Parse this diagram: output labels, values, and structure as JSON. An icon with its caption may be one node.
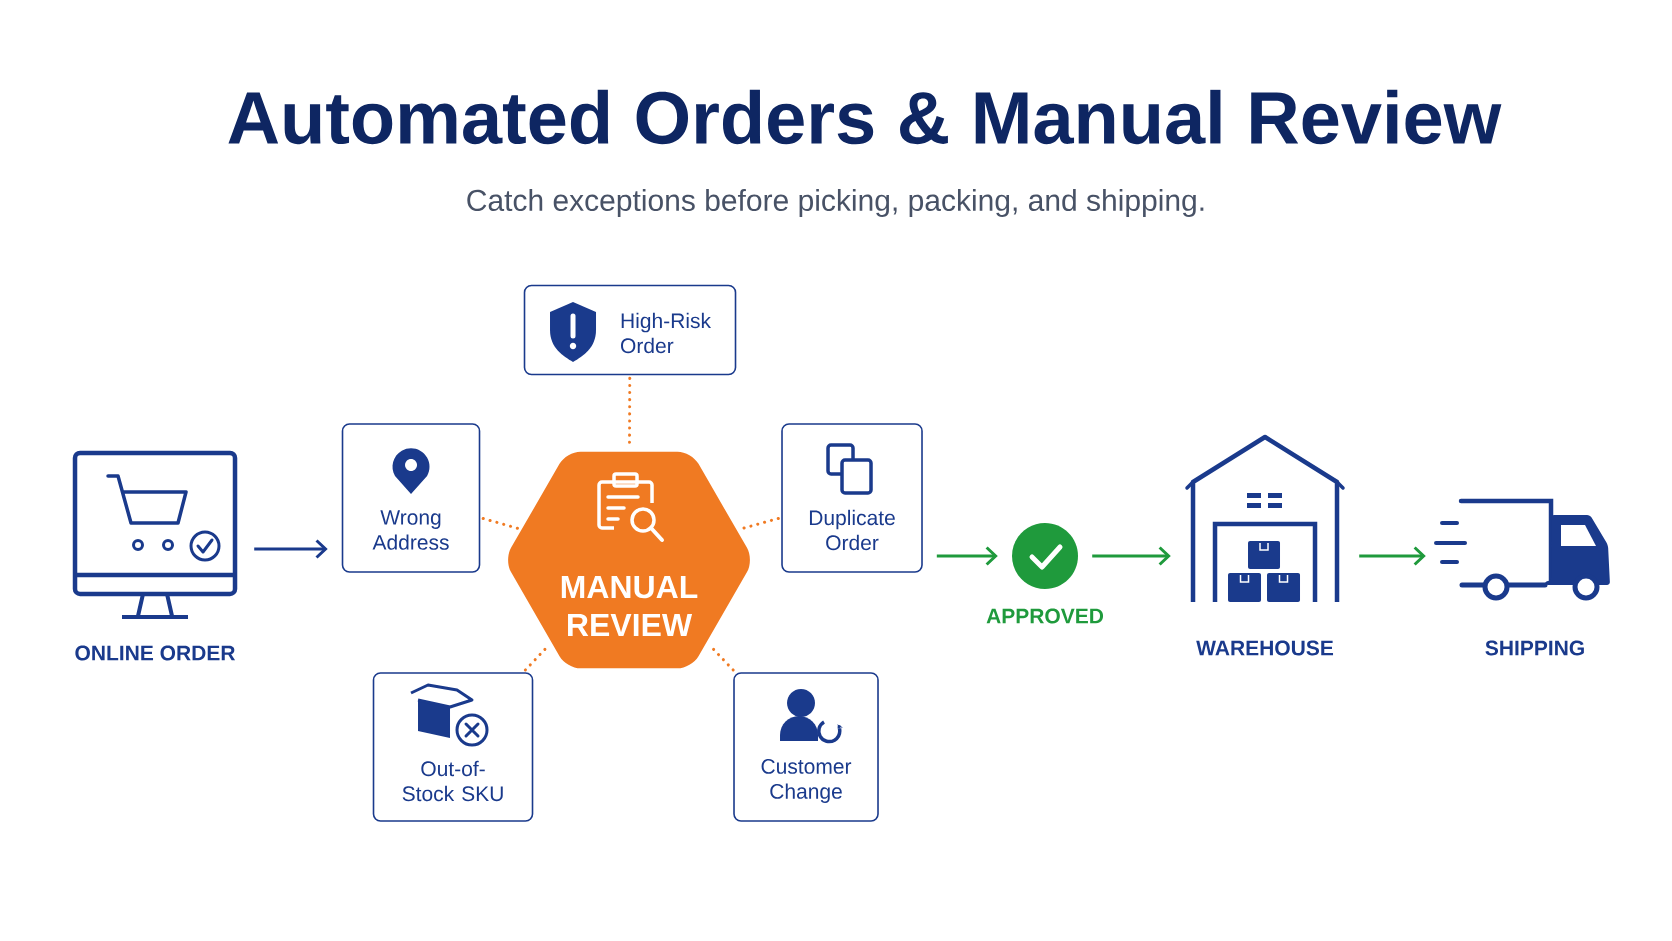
{
  "diagram": {
    "title": "Automated Orders & Manual Review",
    "nodes": [
      {
        "text": [
          "ONLINE ORDER"
        ]
      },
      {
        "text": [
          "Wrong Address"
        ]
      },
      {
        "text": [
          "High-Risk Order"
        ]
      },
      {
        "text": [
          "MANUAL REVIEW"
        ]
      },
      {
        "text": [
          "Duplicate Order"
        ]
      },
      {
        "text": [
          "Out-of-Stock SKU"
        ]
      },
      {
        "text": [
          "Customer Change"
        ]
      },
      {
        "text": [
          "APPROVED"
        ]
      },
      {
        "text": [
          "WAREHOUSE"
        ]
      },
      {
        "text": [
          "SHIPPING"
        ]
      }
    ],
    "edges": [
      {
        "from": 0,
        "to": 1,
        "arrow": "to",
        "color": "#1a3a8c"
      },
      {
        "from": 1,
        "to": 3,
        "arrow": "none",
        "style": "dashed",
        "color": "#f07a22"
      },
      {
        "from": 2,
        "to": 3,
        "arrow": "none",
        "style": "dashed",
        "color": "#f07a22"
      },
      {
        "from": 4,
        "to": 3,
        "arrow": "none",
        "style": "dashed",
        "color": "#f07a22"
      },
      {
        "from": 5,
        "to": 3,
        "arrow": "none",
        "style": "dashed",
        "color": "#f07a22"
      },
      {
        "from": 6,
        "to": 3,
        "arrow": "none",
        "style": "dashed",
        "color": "#f07a22"
      },
      {
        "from": 4,
        "to": 7,
        "arrow": "to",
        "color": "#1f9a3c"
      },
      {
        "from": 7,
        "to": 8,
        "arrow": "to",
        "color": "#1f9a3c"
      },
      {
        "from": 8,
        "to": 9,
        "arrow": "to",
        "color": "#1f9a3c"
      }
    ],
    "labels": [
      "Catch exceptions before picking, packing, and shipping."
    ]
  }
}
